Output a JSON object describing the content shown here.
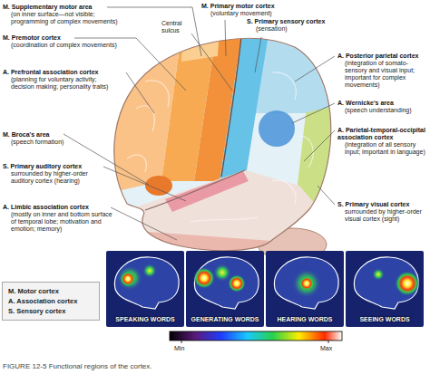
{
  "diagram": {
    "caption": "FIGURE 12-5 Functional regions of the cortex.",
    "nodes": [
      {
        "text": [
          "M. Motor cortex",
          "A. Association cortex",
          "S. Sensory cortex"
        ]
      },
      {
        "text": [
          "SPEAKING WORDS"
        ]
      },
      {
        "text": [
          "GENERATING WORDS"
        ]
      },
      {
        "text": [
          "HEARING WORDS"
        ]
      },
      {
        "text": [
          "SEEING WORDS"
        ]
      }
    ],
    "labels": [
      "M. Supplementary motor area",
      "(on inner surface—not visible; programming of complex movements)",
      "M. Primary motor cortex",
      "(voluntary movement)",
      "Central sulcus",
      "S. Primary sensory cortex",
      "(sensation)",
      "M. Premotor cortex",
      "(coordination of complex movements)",
      "A. Prefrontal association cortex",
      "(planning for voluntary activity; decision making; personality traits)",
      "A. Posterior parietal cortex",
      "(integration of somato-sensory and visual input; important for complex movements)",
      "A. Wernicke's area",
      "(speech understanding)",
      "M. Broca's area",
      "(speech formation)",
      "A. Parietal-temporal-occipital association cortex",
      "(integration of all sensory input; important in language)",
      "S. Primary auditory cortex",
      "surrounded by higher-order auditory cortex (hearing)",
      "A. Limbic association cortex",
      "(mostly on inner and bottom surface of temporal lobe; motivation and emotion; memory)",
      "S. Primary visual cortex",
      "surrounded by higher-order visual cortex (sight)",
      "Min",
      "Max"
    ]
  }
}
